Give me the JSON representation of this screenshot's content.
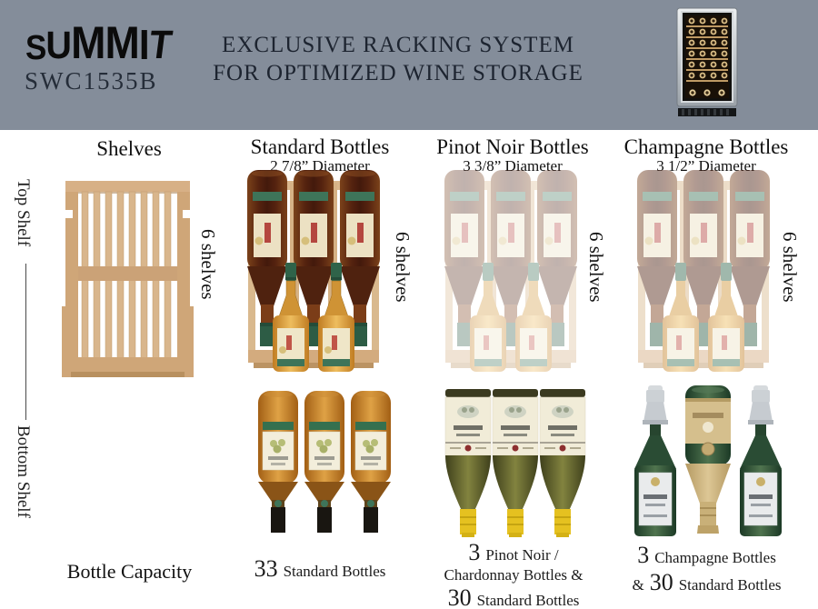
{
  "header": {
    "brand_letters": [
      "S",
      "U",
      "M",
      "M",
      "I",
      "T"
    ],
    "model": "SWC1535B",
    "headline1": "EXCLUSIVE RACKING SYSTEM",
    "headline2": "FOR OPTIMIZED WINE STORAGE"
  },
  "side": {
    "top_label": "Top Shelf",
    "bottom_label": "Bottom Shelf"
  },
  "columns": [
    {
      "title": "Shelves",
      "shelves_note": "6 shelves"
    },
    {
      "title": "Standard Bottles",
      "diameter": "2 7/8” Diameter",
      "shelves_note": "6 shelves"
    },
    {
      "title": "Pinot Noir Bottles",
      "diameter": "3 3/8” Diameter",
      "shelves_note": "6 shelves"
    },
    {
      "title": "Champagne Bottles",
      "diameter": "3 1/2” Diameter",
      "shelves_note": "6 shelves"
    }
  ],
  "capacity": {
    "label": "Bottle Capacity",
    "standard_num": "33",
    "standard_text": "Standard Bottles",
    "pinot_line1_num": "3",
    "pinot_line1_text": "Pinot Noir /",
    "pinot_line2_text": "Chardonnay Bottles &",
    "pinot_line3_num": "30",
    "pinot_line3_text": "Standard Bottles",
    "champ_line1_num": "3",
    "champ_line1_text": "Champagne Bottles",
    "champ_line2_prefix": "&",
    "champ_line2_num": "30",
    "champ_line2_text": "Standard Bottles"
  },
  "colors": {
    "band_gray": "#848d9a",
    "headline_text": "#1d2430",
    "wood": "#d3ac7e",
    "dark_wine": "#54220f",
    "amber_wine": "#eebd5e",
    "champagne_green": "#1c3a26",
    "foil_gold": "#e5c120"
  }
}
